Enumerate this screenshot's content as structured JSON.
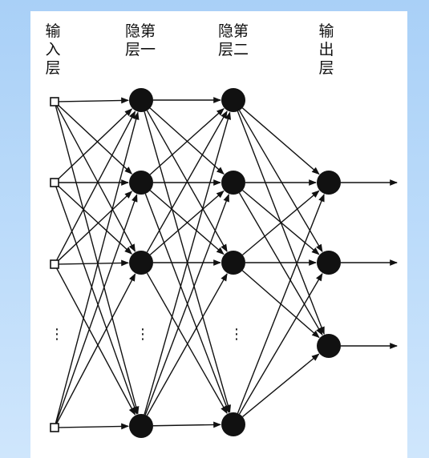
{
  "labels": {
    "input": "输\n入\n层",
    "hidden1": "隐第\n层一",
    "hidden2": "隐第\n层二",
    "output": "输\n出\n层"
  },
  "ellipsis": "⋮",
  "colors": {
    "background": "#bddcfa",
    "panel": "#ffffff",
    "ink": "#111111"
  }
}
